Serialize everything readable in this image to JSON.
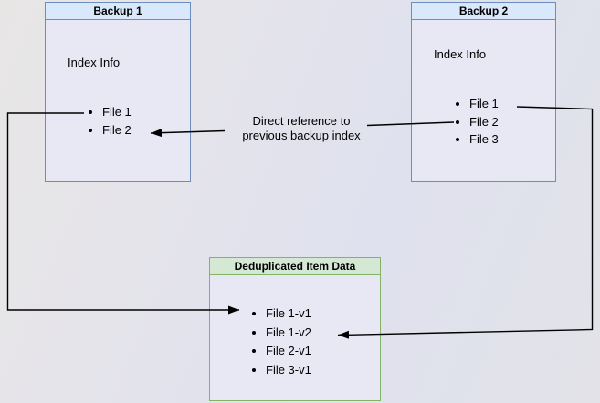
{
  "diagram": {
    "backup1": {
      "title": "Backup 1",
      "section_label": "Index Info",
      "files": [
        "File 1",
        "File 2"
      ]
    },
    "backup2": {
      "title": "Backup 2",
      "section_label": "Index Info",
      "files": [
        "File 1",
        "File 2",
        "File 3"
      ]
    },
    "dedup": {
      "title": "Deduplicated Item Data",
      "files": [
        "File 1-v1",
        "File 1-v2",
        "File 2-v1",
        "File 3-v1"
      ]
    },
    "annotation": {
      "line1": "Direct reference to",
      "line2": "previous backup index"
    }
  },
  "colors": {
    "blue_fill": "#dae8fc",
    "blue_border": "#6c8ebf",
    "green_fill": "#d5e8d4",
    "green_border": "#82b366",
    "body_fill": "#e7e8f4",
    "arrow": "#000000"
  }
}
